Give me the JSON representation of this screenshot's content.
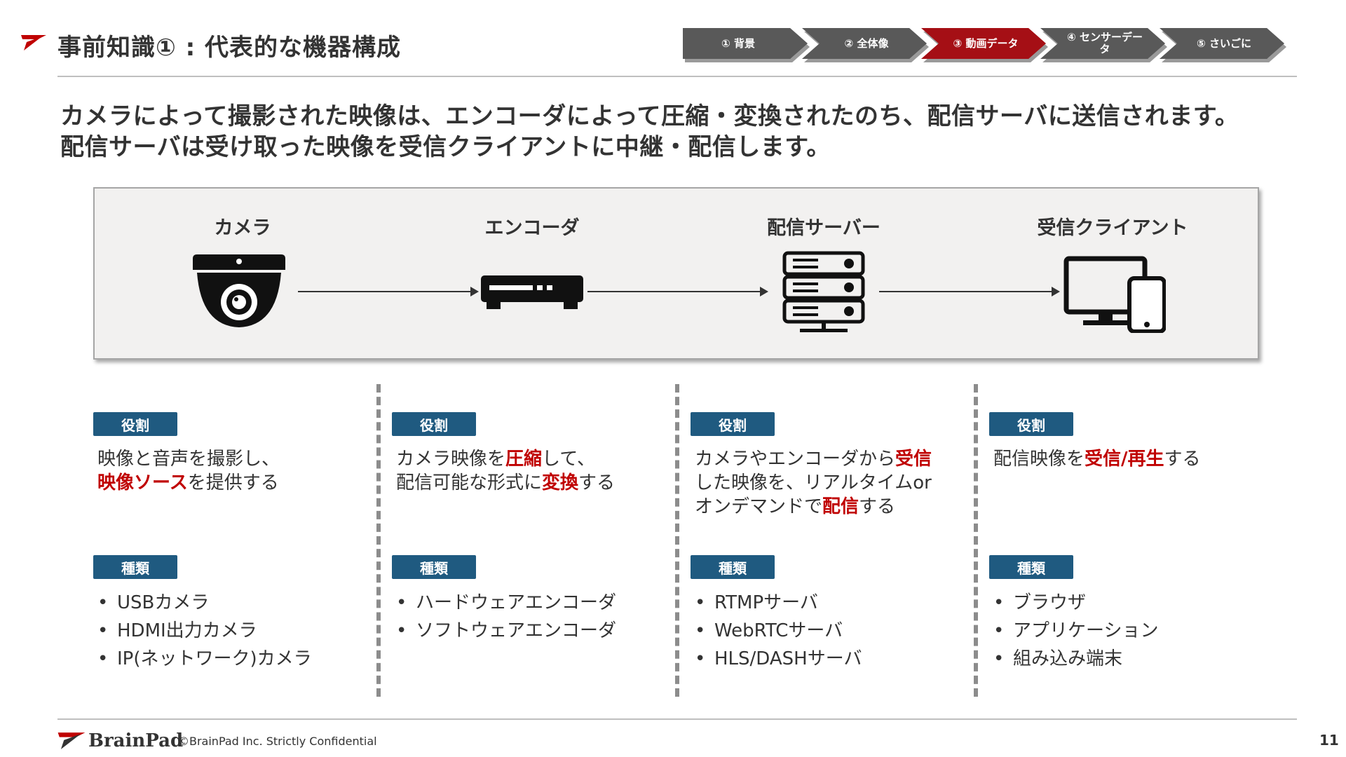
{
  "header": {
    "title": "事前知識① : 代表的な機器構成"
  },
  "steps": [
    {
      "label": "① 背景",
      "active": false
    },
    {
      "label": "② 全体像",
      "active": false
    },
    {
      "label": "③ 動画データ",
      "active": true
    },
    {
      "label": "④ センサーデータ",
      "active": false
    },
    {
      "label": "⑤ さいごに",
      "active": false
    }
  ],
  "lead": {
    "line1": "カメラによって撮影された映像は、エンコーダによって圧縮・変換されたのち、配信サーバに送信されます。",
    "line2": "配信サーバは受け取った映像を受信クライアントに中継・配信します。"
  },
  "diagram": {
    "nodes": [
      {
        "label": "カメラ",
        "icon": "dome-camera-icon"
      },
      {
        "label": "エンコーダ",
        "icon": "encoder-box-icon"
      },
      {
        "label": "配信サーバー",
        "icon": "server-rack-icon"
      },
      {
        "label": "受信クライアント",
        "icon": "monitor-phone-icon"
      }
    ]
  },
  "columns": [
    {
      "role_tag": "役割",
      "role_segments": [
        [
          {
            "text": "映像と音声を撮影し、",
            "highlight": false
          }
        ],
        [
          {
            "text": "映像ソース",
            "highlight": true
          },
          {
            "text": "を提供する",
            "highlight": false
          }
        ]
      ],
      "type_tag": "種類",
      "types": [
        "USBカメラ",
        "HDMI出力カメラ",
        "IP(ネットワーク)カメラ"
      ]
    },
    {
      "role_tag": "役割",
      "role_segments": [
        [
          {
            "text": "カメラ映像を",
            "highlight": false
          },
          {
            "text": "圧縮",
            "highlight": true
          },
          {
            "text": "して、",
            "highlight": false
          }
        ],
        [
          {
            "text": "配信可能な形式に",
            "highlight": false
          },
          {
            "text": "変換",
            "highlight": true
          },
          {
            "text": "する",
            "highlight": false
          }
        ]
      ],
      "type_tag": "種類",
      "types": [
        "ハードウェアエンコーダ",
        "ソフトウェアエンコーダ"
      ]
    },
    {
      "role_tag": "役割",
      "role_segments": [
        [
          {
            "text": "カメラやエンコーダから",
            "highlight": false
          },
          {
            "text": "受信",
            "highlight": true
          }
        ],
        [
          {
            "text": "した映像を、リアルタイムor",
            "highlight": false
          }
        ],
        [
          {
            "text": "オンデマンドで",
            "highlight": false
          },
          {
            "text": "配信",
            "highlight": true
          },
          {
            "text": "する",
            "highlight": false
          }
        ]
      ],
      "type_tag": "種類",
      "types": [
        "RTMPサーバ",
        "WebRTCサーバ",
        "HLS/DASHサーバ"
      ]
    },
    {
      "role_tag": "役割",
      "role_segments": [
        [
          {
            "text": "配信映像を",
            "highlight": false
          },
          {
            "text": "受信/再生",
            "highlight": true
          },
          {
            "text": "する",
            "highlight": false
          }
        ]
      ],
      "type_tag": "種類",
      "types": [
        "ブラウザ",
        "アプリケーション",
        "組み込み端末"
      ]
    }
  ],
  "footer": {
    "brand": "BrainPad",
    "copyright": "©BrainPad Inc.   Strictly Confidential",
    "page_number": "11"
  },
  "colors": {
    "accent_red": "#c00000",
    "step_gray": "#595959",
    "step_active": "#a50f15",
    "tag_blue": "#1f5a80",
    "diagram_bg": "#f2f1f0"
  }
}
